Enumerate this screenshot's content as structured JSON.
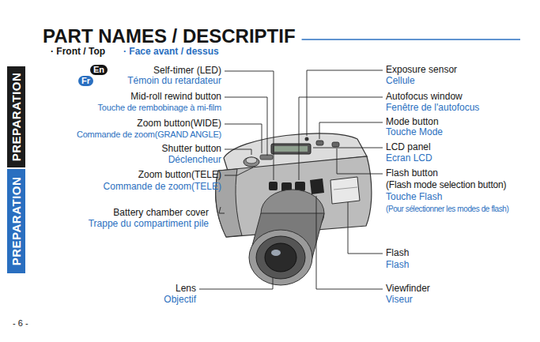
{
  "diagram": {
    "title": "PART NAMES / DESCRIPTIF",
    "labels": [
      "· Front / Top",
      "· Face avant / dessus",
      "En",
      "Self-timer (LED)",
      "Fr",
      "Témoin du retardateur",
      "Mid-roll rewind button",
      "Touche de rembobinage à mi-film",
      "Zoom button(WIDE)",
      "Commande de zoom(GRAND ANGLE)",
      "Shutter button",
      "Déclencheur",
      "Zoom button(TELE)",
      "Commande de zoom(TELE)",
      "Battery chamber cover",
      "Trappe du compartiment pile",
      "Lens",
      "Objectif",
      "Exposure sensor",
      "Cellule",
      "Autofocus window",
      "Fenêtre de l'autofocus",
      "Mode button",
      "Touche Mode",
      "LCD panel",
      "Ecran LCD",
      "Flash button",
      "(Flash mode selection button)",
      "Touche Flash",
      "(Pour sélectionner les modes de flash)",
      "Flash",
      "Flash",
      "Viewfinder",
      "Viseur",
      "PREPARATION",
      "PREPARATION",
      "- 6 -"
    ]
  }
}
